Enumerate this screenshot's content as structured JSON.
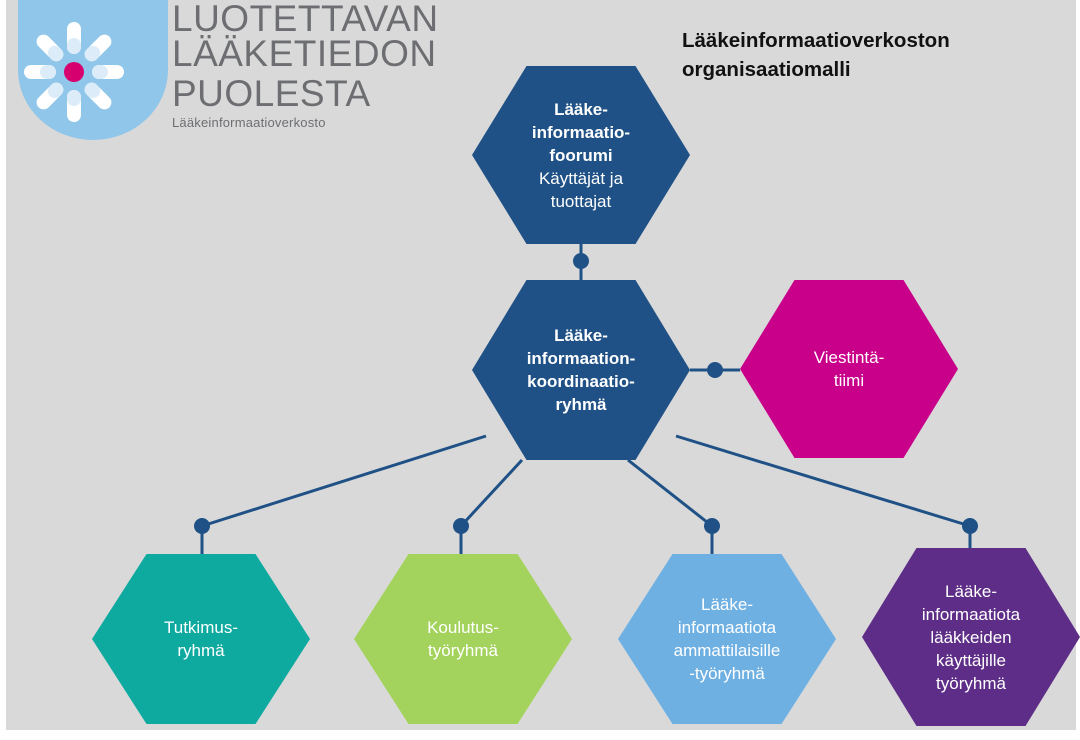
{
  "title": {
    "line1": "Lääkeinformaatioverkoston",
    "line2": "organisaatiomalli"
  },
  "brand": {
    "line1": "LUOTETTAVAN",
    "line2": "LÄÄKETIEDON",
    "line3": "PUOLESTA",
    "sub": "Lääkeinformaatioverkosto"
  },
  "nodes": {
    "forum": {
      "title": [
        "Lääke-",
        "informaatio-",
        "foorumi"
      ],
      "subtitle": [
        "Käyttäjät ja",
        "tuottajat"
      ],
      "color": "#1f5186"
    },
    "coordination": {
      "title": [
        "Lääke-",
        "informaation-",
        "koordinaatio-",
        "ryhmä"
      ],
      "color": "#1f5186"
    },
    "communication": {
      "lines": [
        "Viestintä-",
        "tiimi"
      ],
      "color": "#c8008a"
    },
    "research": {
      "lines": [
        "Tutkimus-",
        "ryhmä"
      ],
      "color": "#0eaaa0"
    },
    "training": {
      "lines": [
        "Koulutus-",
        "työryhmä"
      ],
      "color": "#a4d35d"
    },
    "professionals": {
      "lines": [
        "Lääke-",
        "informaatiota",
        "ammattilaisille",
        "-työryhmä"
      ],
      "color": "#6fb0e3"
    },
    "users": {
      "lines": [
        "Lääke-",
        "informaatiota",
        "lääkkeiden",
        "käyttäjille",
        "työryhmä"
      ],
      "color": "#5e2d87"
    }
  },
  "connector_color": "#1f5186",
  "logo": {
    "icon": "pill-circle-logo-icon",
    "colors": {
      "circle": "#8fc6ea",
      "center": "#d6006f",
      "capsule": "#ffffff"
    }
  }
}
